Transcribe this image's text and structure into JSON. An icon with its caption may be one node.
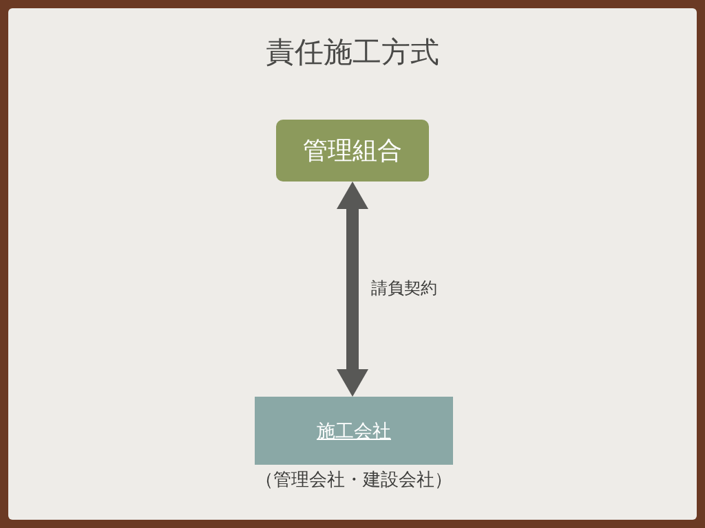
{
  "diagram": {
    "title": "責任施工方式",
    "nodes": [
      {
        "text": [
          "管理組合"
        ]
      },
      {
        "text": [
          "施工会社"
        ],
        "beside": [
          "（管理会社・建設会社）"
        ]
      }
    ],
    "edges": [
      {
        "from": 0,
        "to": 1,
        "arrow": "both",
        "label": "請負契約"
      }
    ]
  }
}
